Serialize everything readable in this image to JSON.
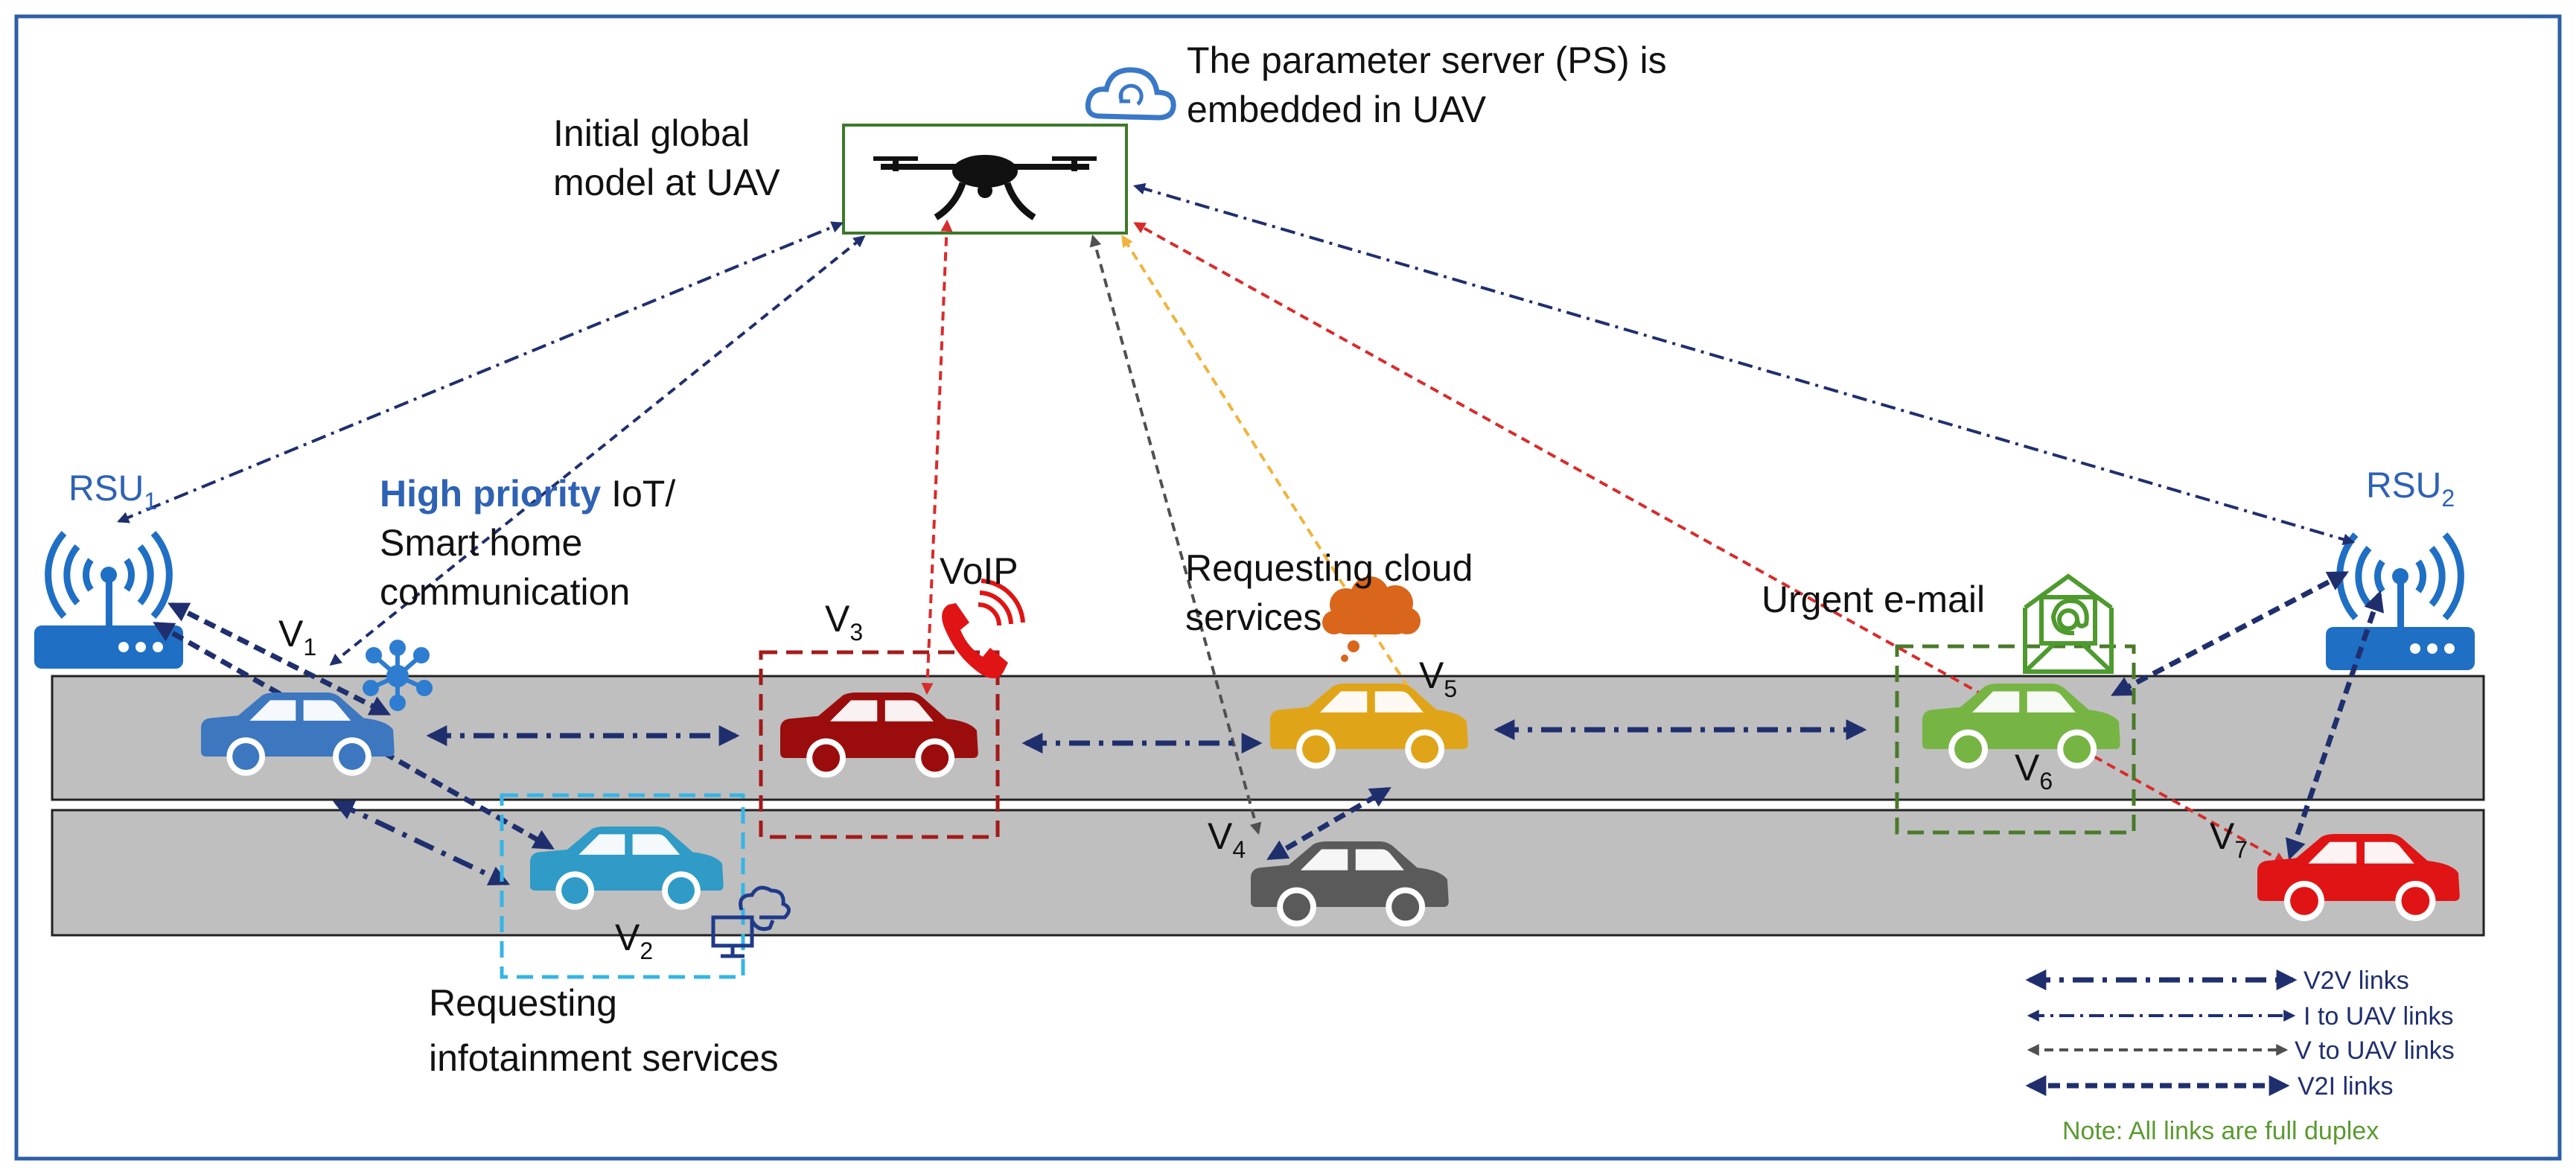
{
  "uav": {
    "caption": "Initial global model at UAV",
    "caption_line1": "Initial global",
    "caption_line2": "model at UAV",
    "ps_line1": "The parameter server (PS) is",
    "ps_line2": "embedded in UAV",
    "icon": "drone-icon"
  },
  "rsu": [
    {
      "name": "RSU",
      "sub": "1",
      "icon": "wireless-router-icon"
    },
    {
      "name": "RSU",
      "sub": "2",
      "icon": "wireless-router-icon"
    }
  ],
  "vehicles": [
    {
      "name": "V",
      "sub": "1",
      "color": "#3c77c0"
    },
    {
      "name": "V",
      "sub": "2",
      "color": "#2f9bc6"
    },
    {
      "name": "V",
      "sub": "3",
      "color": "#9b0d0d"
    },
    {
      "name": "V",
      "sub": "4",
      "color": "#5a5a5a"
    },
    {
      "name": "V",
      "sub": "5",
      "color": "#e0a418"
    },
    {
      "name": "V",
      "sub": "6",
      "color": "#76b444"
    },
    {
      "name": "V",
      "sub": "7",
      "color": "#e01414"
    }
  ],
  "services": {
    "iot_priority": "High priority",
    "iot_rest": " IoT/",
    "iot_line2": "Smart home",
    "iot_line3": "communication",
    "voip": "VoIP",
    "cloud_line1": "Requesting cloud",
    "cloud_line2": "services",
    "email": "Urgent e-mail",
    "info_line1": "Requesting",
    "info_line2": "infotainment services"
  },
  "legend": [
    {
      "label": "V2V links",
      "style": "dash-dot-thick"
    },
    {
      "label": "I to UAV links",
      "style": "dash-dot-thin"
    },
    {
      "label": "V to UAV links",
      "style": "dashed-gray"
    },
    {
      "label": "V2I links",
      "style": "dashed-thick"
    }
  ],
  "note": "Note: All links are full duplex",
  "colors": {
    "frame": "#2e5fa8",
    "road": "#bfbfbf",
    "link_navy": "#1f2f6e",
    "voip_link": "#d92b2b",
    "cloud_link": "#f0b43c",
    "gray_link": "#505050",
    "box_v2": "#36b4e6",
    "box_v3": "#a31a1a",
    "box_v6": "#4a7a2a"
  }
}
